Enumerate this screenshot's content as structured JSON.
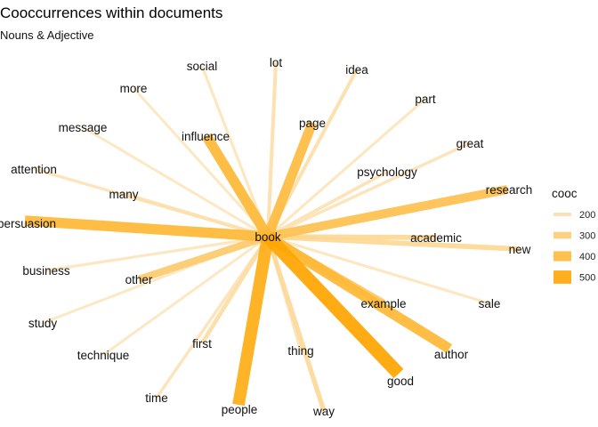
{
  "title": "Cooccurrences within documents",
  "subtitle": "Nouns & Adjective",
  "chart_data": {
    "type": "network",
    "center": "book",
    "legend": {
      "title": "cooc",
      "entries": [
        200,
        300,
        400,
        500
      ],
      "placement": "right"
    },
    "edges": [
      {
        "from": "book",
        "to": "social",
        "cooc": 180
      },
      {
        "from": "book",
        "to": "lot",
        "cooc": 210
      },
      {
        "from": "book",
        "to": "idea",
        "cooc": 210
      },
      {
        "from": "book",
        "to": "part",
        "cooc": 180
      },
      {
        "from": "book",
        "to": "more",
        "cooc": 175
      },
      {
        "from": "book",
        "to": "page",
        "cooc": 430
      },
      {
        "from": "book",
        "to": "message",
        "cooc": 175
      },
      {
        "from": "book",
        "to": "influence",
        "cooc": 450
      },
      {
        "from": "book",
        "to": "great",
        "cooc": 190
      },
      {
        "from": "book",
        "to": "attention",
        "cooc": 190
      },
      {
        "from": "book",
        "to": "psychology",
        "cooc": 200
      },
      {
        "from": "book",
        "to": "many",
        "cooc": 210
      },
      {
        "from": "book",
        "to": "research",
        "cooc": 400
      },
      {
        "from": "book",
        "to": "persuasion",
        "cooc": 450
      },
      {
        "from": "book",
        "to": "academic",
        "cooc": 260
      },
      {
        "from": "book",
        "to": "new",
        "cooc": 260
      },
      {
        "from": "book",
        "to": "business",
        "cooc": 180
      },
      {
        "from": "book",
        "to": "other",
        "cooc": 340
      },
      {
        "from": "book",
        "to": "sale",
        "cooc": 180
      },
      {
        "from": "book",
        "to": "example",
        "cooc": 360
      },
      {
        "from": "book",
        "to": "study",
        "cooc": 175
      },
      {
        "from": "book",
        "to": "technique",
        "cooc": 175
      },
      {
        "from": "book",
        "to": "first",
        "cooc": 230
      },
      {
        "from": "book",
        "to": "author",
        "cooc": 450
      },
      {
        "from": "book",
        "to": "thing",
        "cooc": 190
      },
      {
        "from": "book",
        "to": "good",
        "cooc": 560
      },
      {
        "from": "book",
        "to": "time",
        "cooc": 190
      },
      {
        "from": "book",
        "to": "people",
        "cooc": 520
      },
      {
        "from": "book",
        "to": "way",
        "cooc": 250
      }
    ]
  }
}
